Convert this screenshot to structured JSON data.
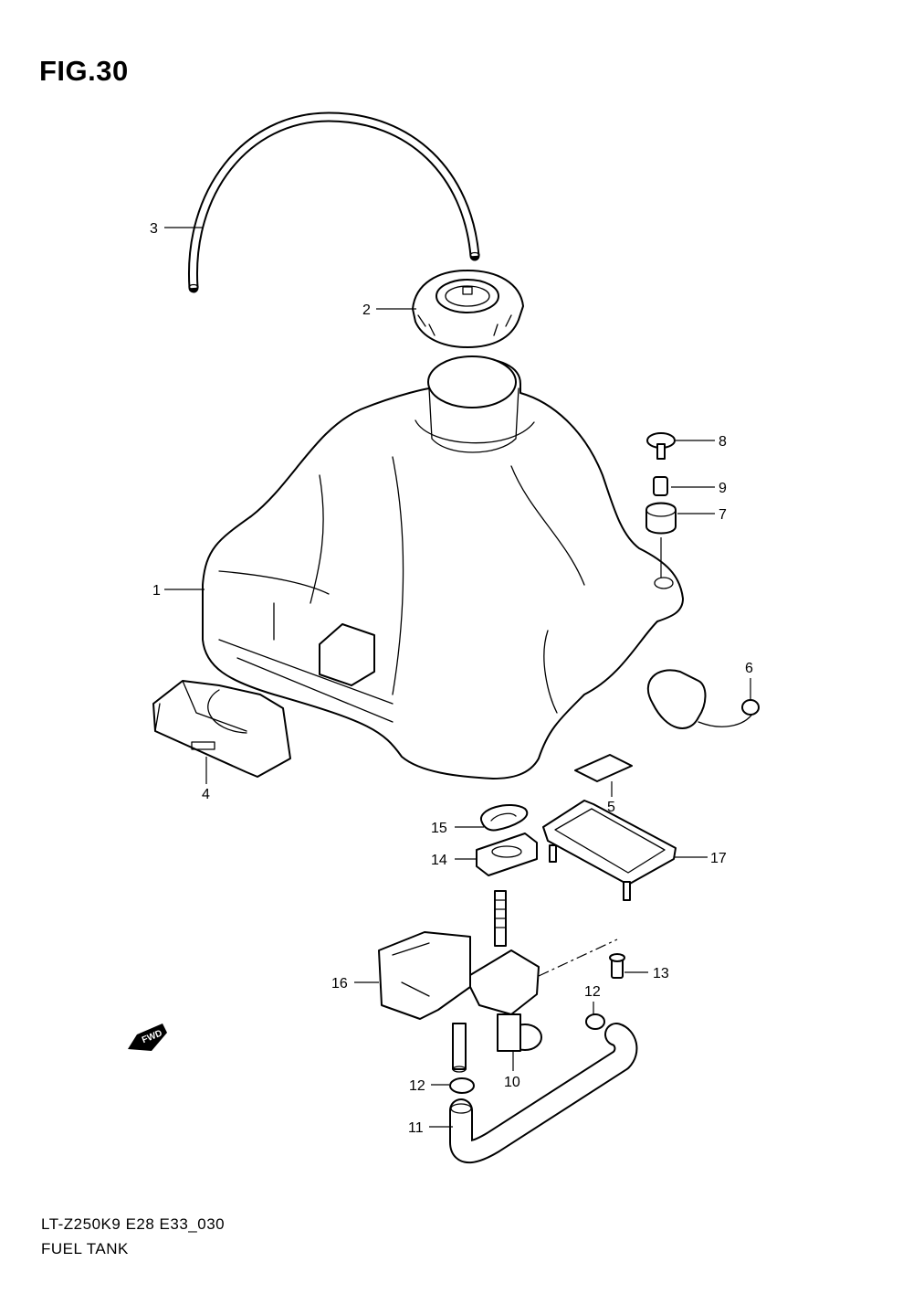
{
  "figure": {
    "title": "FIG.30"
  },
  "footer": {
    "model_code": "LT-Z250K9 E28 E33_030",
    "section_name": "FUEL TANK"
  },
  "fwd_badge": {
    "label": "FWD"
  },
  "callouts": {
    "p1": "1",
    "p2": "2",
    "p3": "3",
    "p4": "4",
    "p5": "5",
    "p6": "6",
    "p7": "7",
    "p8": "8",
    "p9": "9",
    "p10": "10",
    "p11": "11",
    "p12a": "12",
    "p12b": "12",
    "p13": "13",
    "p14": "14",
    "p15": "15",
    "p16": "16",
    "p17": "17"
  }
}
